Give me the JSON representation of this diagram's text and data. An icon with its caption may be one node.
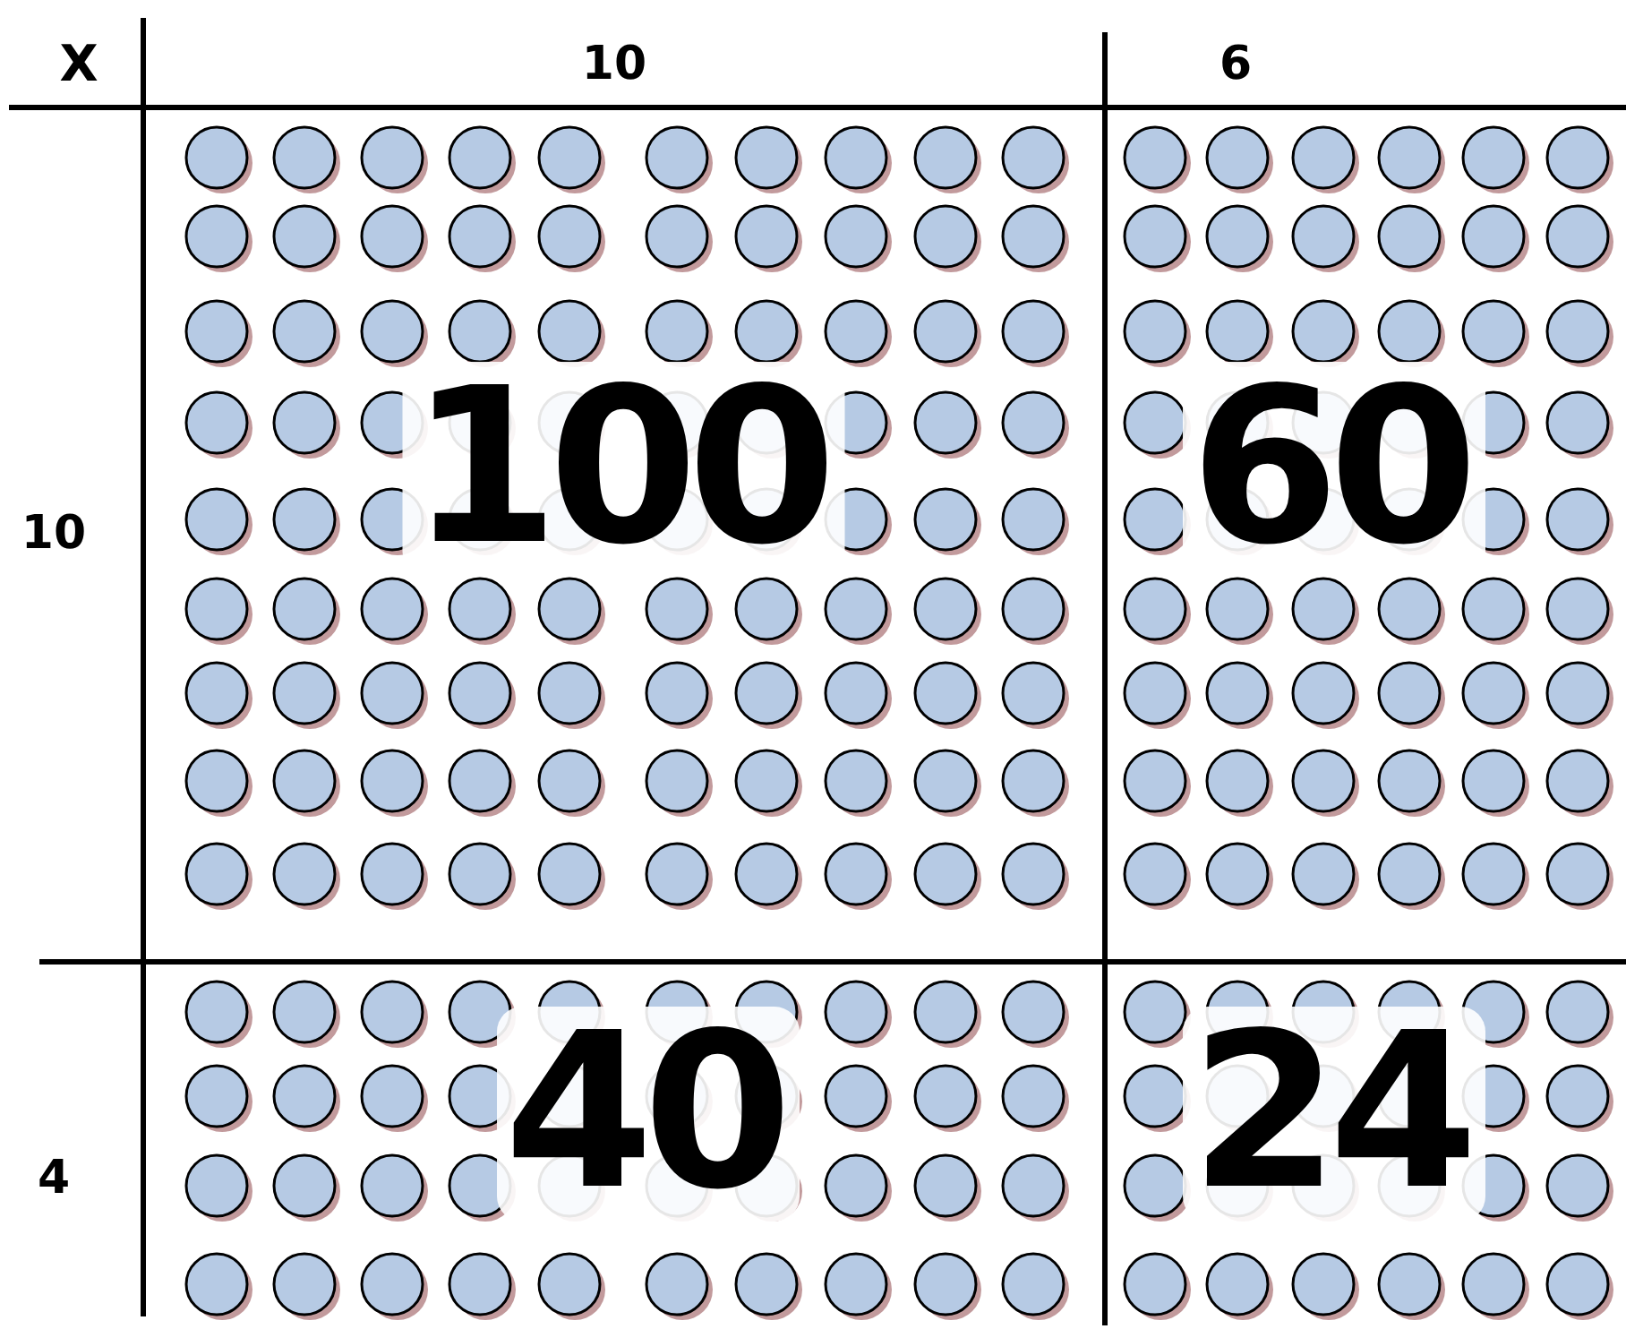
{
  "diagram": {
    "labels": [
      "X",
      "10",
      "6",
      "10",
      "100",
      "60",
      "4",
      "40",
      "24"
    ]
  }
}
